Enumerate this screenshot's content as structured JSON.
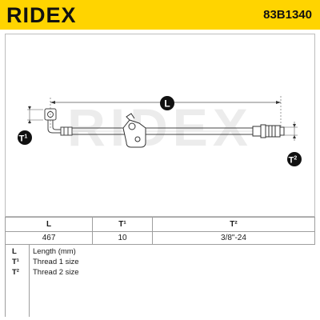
{
  "header": {
    "brand": "RIDEX",
    "part_number": "83B1340",
    "colors": {
      "band": "#ffd400",
      "text": "#111111"
    }
  },
  "drawing": {
    "watermark": "RIDEX",
    "labels": {
      "length": "L",
      "thread1_symbol": "T",
      "thread1_index": "1",
      "thread2_symbol": "T",
      "thread2_index": "2"
    }
  },
  "specs": {
    "headers": [
      "L",
      "T¹",
      "T²"
    ],
    "values": [
      "467",
      "10",
      "3/8\"-24"
    ]
  },
  "legend": [
    {
      "symbol": "L",
      "text": "Length (mm)"
    },
    {
      "symbol": "T¹",
      "text": "Thread 1 size"
    },
    {
      "symbol": "T²",
      "text": "Thread 2 size"
    }
  ]
}
